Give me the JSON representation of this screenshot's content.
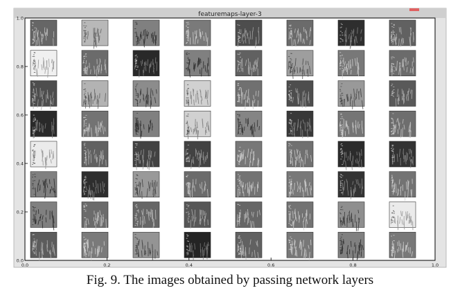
{
  "figure": {
    "window_title": "featuremaps-layer-3",
    "grid": {
      "rows": 8,
      "cols": 8
    },
    "tile_brightness": [
      [
        0.4,
        0.72,
        0.5,
        0.48,
        0.3,
        0.42,
        0.18,
        0.38
      ],
      [
        0.94,
        0.42,
        0.16,
        0.5,
        0.38,
        0.62,
        0.47,
        0.42
      ],
      [
        0.3,
        0.7,
        0.55,
        0.82,
        0.44,
        0.3,
        0.6,
        0.35
      ],
      [
        0.16,
        0.45,
        0.5,
        0.82,
        0.52,
        0.22,
        0.46,
        0.43
      ],
      [
        0.92,
        0.38,
        0.26,
        0.26,
        0.47,
        0.44,
        0.17,
        0.2
      ],
      [
        0.5,
        0.18,
        0.6,
        0.42,
        0.45,
        0.47,
        0.2,
        0.45
      ],
      [
        0.5,
        0.42,
        0.4,
        0.34,
        0.4,
        0.45,
        0.56,
        0.92
      ],
      [
        0.36,
        0.48,
        0.58,
        0.14,
        0.38,
        0.47,
        0.5,
        0.47
      ]
    ],
    "x_axis": {
      "ticks": [
        "0.0",
        "0.2",
        "0.4",
        "0.6",
        "0.8",
        "1.0"
      ]
    },
    "y_axis": {
      "ticks": [
        "1.0",
        "0.8",
        "0.6",
        "0.4",
        "0.2",
        "0.0"
      ]
    },
    "caption": "Fig. 9.  The images obtained by passing network layers"
  }
}
